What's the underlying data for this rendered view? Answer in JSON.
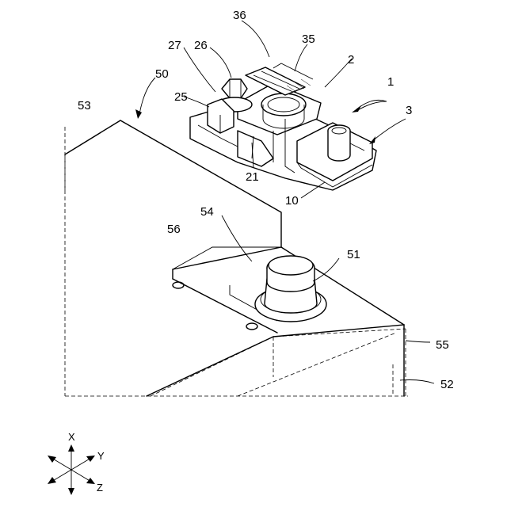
{
  "labels": {
    "n1": "1",
    "n2": "2",
    "n3": "3",
    "n10": "10",
    "n21": "21",
    "n25": "25",
    "n26": "26",
    "n27": "27",
    "n35": "35",
    "n36": "36",
    "n50": "50",
    "n51": "51",
    "n52": "52",
    "n53": "53",
    "n54": "54",
    "n55": "55",
    "n56": "56"
  },
  "axes": {
    "x": "X",
    "y": "Y",
    "z": "Z"
  }
}
